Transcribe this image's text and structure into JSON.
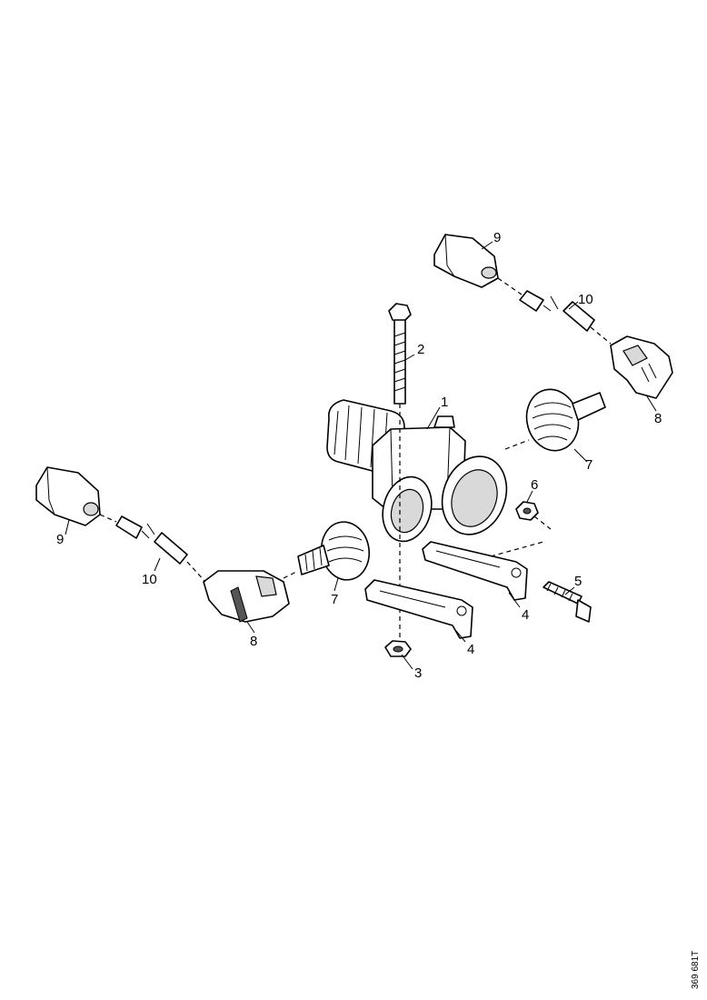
{
  "diagram": {
    "reference_code": "369 681T",
    "callouts": {
      "c1": "1",
      "c2": "2",
      "c3": "3",
      "c4a": "4",
      "c4b": "4",
      "c5": "5",
      "c6": "6",
      "c7a": "7",
      "c7b": "7",
      "c8a": "8",
      "c8b": "8",
      "c9a": "9",
      "c9b": "9",
      "c10a": "10",
      "c10b": "10"
    }
  }
}
